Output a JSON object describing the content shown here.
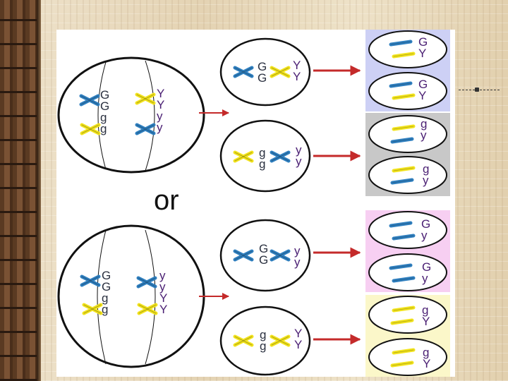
{
  "colors": {
    "blue_chromosome": "#2f7fbf",
    "yellow_chromosome": "#f2e31c",
    "arrow": "#c42a2a",
    "label_dark": "#1f2a44",
    "label_purple": "#4a1f73",
    "box_lavender": "#cdd0f5",
    "box_gray": "#c8c8c8",
    "box_pink": "#f7cff2",
    "box_cream": "#fbf7c9"
  },
  "separator": "or",
  "top": {
    "parent_left_labels": "G\nG\ng\ng",
    "parent_right_labels": "Y\nY\ny\ny",
    "daughter1": {
      "left": "G\nG",
      "right": "Y\nY"
    },
    "daughter2": {
      "left": "g\ng",
      "right": "y\ny"
    },
    "gametes": [
      {
        "label": "G\nY"
      },
      {
        "label": "G\nY"
      },
      {
        "label": "g\ny"
      },
      {
        "label": "g\ny"
      }
    ]
  },
  "bottom": {
    "parent_left_labels": "G\nG\ng\ng",
    "parent_right_labels": "y\ny\nY\nY",
    "daughter1": {
      "left": "G\nG",
      "right": "y\ny"
    },
    "daughter2": {
      "left": "g\ng",
      "right": "Y\nY"
    },
    "gametes": [
      {
        "label": "G\ny"
      },
      {
        "label": "G\ny"
      },
      {
        "label": "g\nY"
      },
      {
        "label": "g\nY"
      }
    ]
  }
}
